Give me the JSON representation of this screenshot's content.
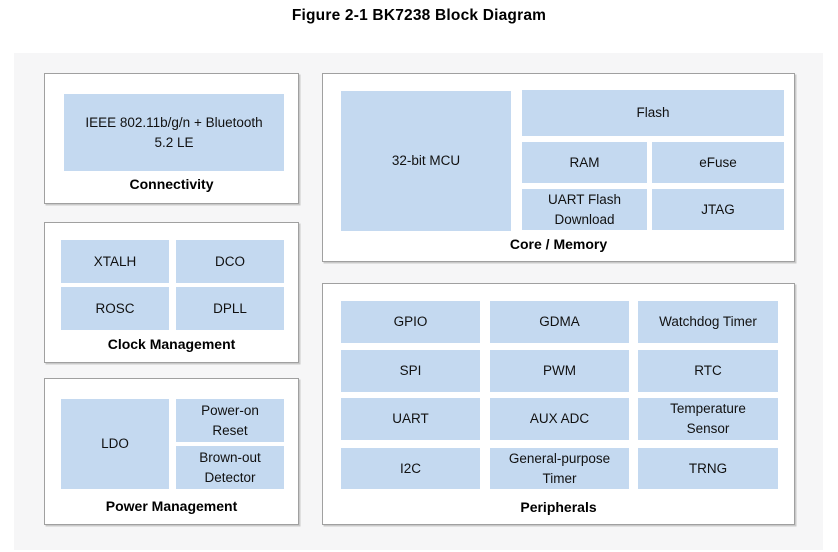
{
  "figure": {
    "title": "Figure 2-1 BK7238 Block Diagram"
  },
  "colors": {
    "block_fill": "#C4D9F0",
    "box_background": "#FFFFFF",
    "box_border": "#A0A0A0",
    "canvas_background": "#F6F6F7",
    "text": "#000000"
  },
  "sections": {
    "connectivity": {
      "label": "Connectivity",
      "blocks": {
        "radio": "IEEE 802.11b/g/n + Bluetooth\n5.2 LE"
      }
    },
    "clock_management": {
      "label": "Clock Management",
      "blocks": {
        "xtalh": "XTALH",
        "dco": "DCO",
        "rosc": "ROSC",
        "dpll": "DPLL"
      }
    },
    "power_management": {
      "label": "Power Management",
      "blocks": {
        "ldo": "LDO",
        "power_on_reset": "Power-on\nReset",
        "brown_out_detector": "Brown-out\nDetector"
      }
    },
    "core_memory": {
      "label": "Core / Memory",
      "blocks": {
        "mcu": "32-bit MCU",
        "flash": "Flash",
        "ram": "RAM",
        "efuse": "eFuse",
        "uart_flash_download": "UART Flash\nDownload",
        "jtag": "JTAG"
      }
    },
    "peripherals": {
      "label": "Peripherals",
      "blocks": {
        "gpio": "GPIO",
        "gdma": "GDMA",
        "watchdog_timer": "Watchdog Timer",
        "spi": "SPI",
        "pwm": "PWM",
        "rtc": "RTC",
        "uart": "UART",
        "aux_adc": "AUX ADC",
        "temperature_sensor": "Temperature\nSensor",
        "i2c": "I2C",
        "general_purpose_timer": "General-purpose\nTimer",
        "trng": "TRNG"
      }
    }
  }
}
